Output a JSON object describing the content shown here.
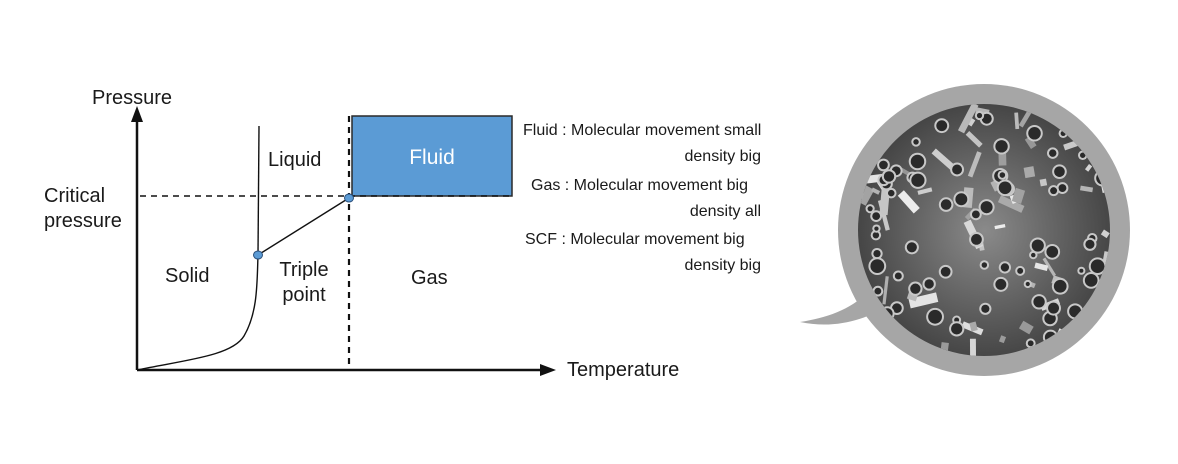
{
  "axes": {
    "y_label": "Pressure",
    "x_label": "Temperature",
    "critical_pressure_label": [
      "Critical",
      "pressure"
    ]
  },
  "regions": {
    "solid": "Solid",
    "liquid": "Liquid",
    "triple_point": [
      "Triple",
      "point"
    ],
    "gas": "Gas",
    "fluid": "Fluid"
  },
  "notes": {
    "fluid": {
      "line1": "Fluid : Molecular movement  small",
      "line2": "density big"
    },
    "gas": {
      "line1": "Gas : Molecular movement  big",
      "line2": "density all"
    },
    "scf": {
      "line1": "SCF : Molecular movement  big",
      "line2": "density big"
    }
  },
  "colors": {
    "fluid_fill": "#5b9bd5",
    "point_fill": "#5b9bd5",
    "bubble_ring": "#a6a6a6"
  },
  "image": {
    "subject": "electron-micrograph-porous-structure"
  }
}
